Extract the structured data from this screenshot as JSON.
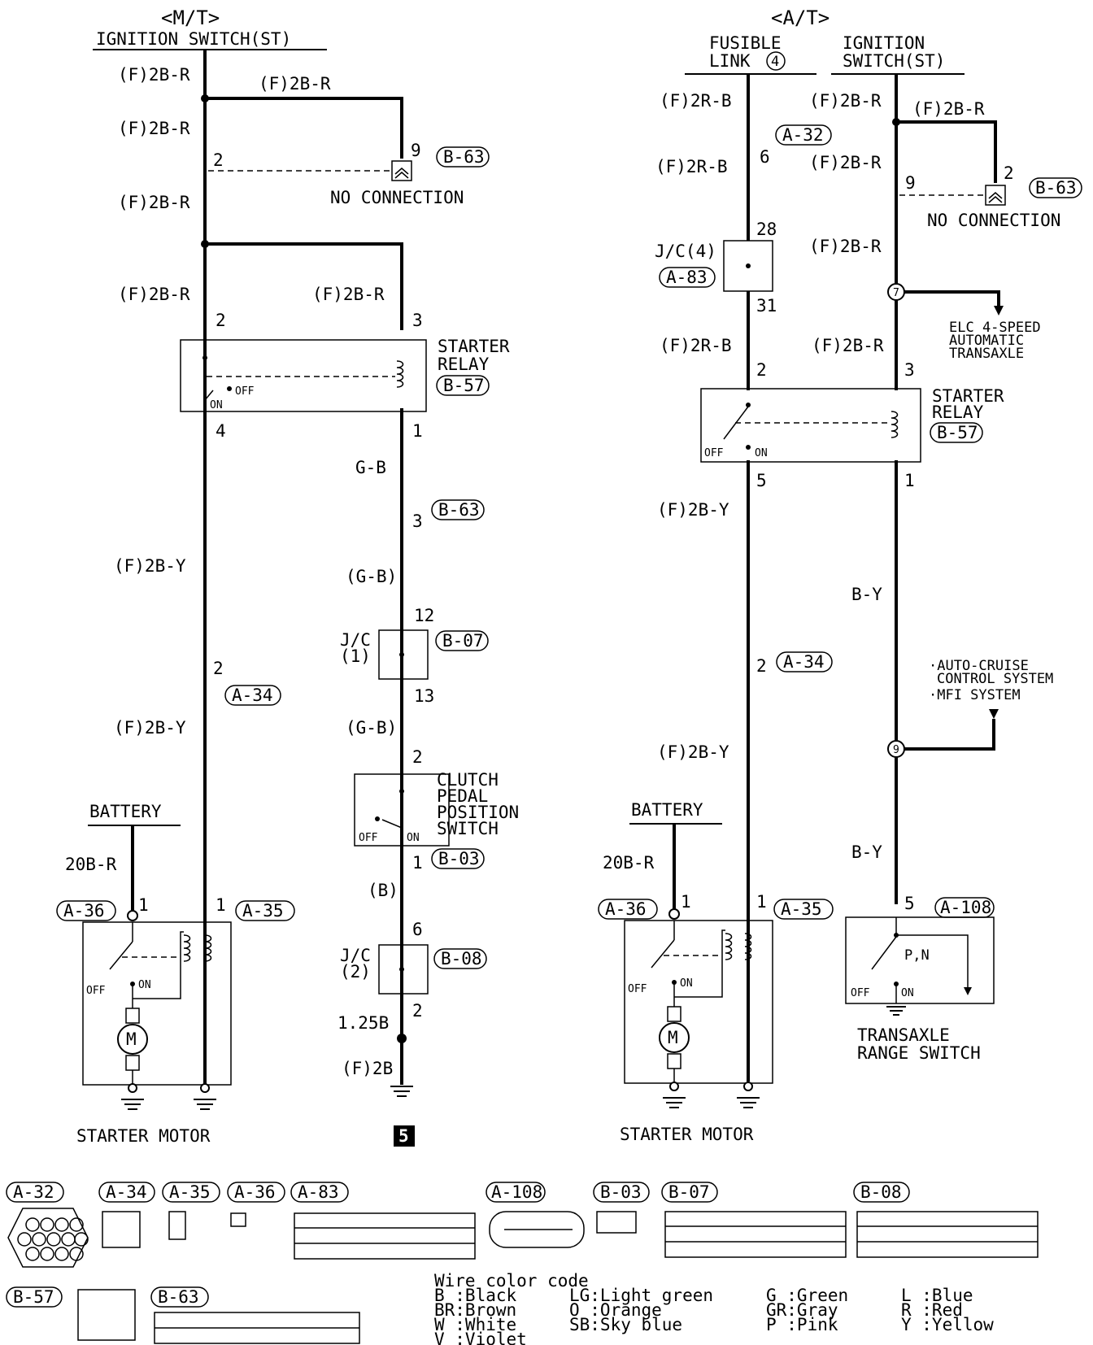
{
  "mt": {
    "heading": "<M/T>",
    "ign_switch": "IGNITION SWITCH(ST)",
    "wire_f2br": "(F)2B-R",
    "wire_f2by": "(F)2B-Y",
    "wire_gb": "G-B",
    "wire_gb_paren": "(G-B)",
    "wire_b_paren": "(B)",
    "wire_125b": "1.25B",
    "wire_f2b": "(F)2B",
    "wire_20br": "20B-R",
    "no_connection": "NO CONNECTION",
    "starter_relay_l1": "STARTER",
    "starter_relay_l2": "RELAY",
    "jc1_l1": "J/C",
    "jc1_l2": "(1)",
    "jc2_l1": "J/C",
    "jc2_l2": "(2)",
    "clutch_l1": "CLUTCH",
    "clutch_l2": "PEDAL",
    "clutch_l3": "POSITION",
    "clutch_l4": "SWITCH",
    "battery": "BATTERY",
    "starter_motor": "STARTER MOTOR",
    "ground_number": "5",
    "pins": {
      "p9": "9",
      "p2a": "2",
      "p2b": "2",
      "p3a": "3",
      "p4": "4",
      "p1a": "1",
      "p3b": "3",
      "p12": "12",
      "p13": "13",
      "p2c": "2",
      "p2d": "2",
      "p1b": "1",
      "p6": "6",
      "p2e": "2",
      "p1c": "1",
      "p1d": "1"
    },
    "connectors": {
      "b63a": "B-63",
      "b63b": "B-63",
      "b57": "B-57",
      "b07": "B-07",
      "a34": "A-34",
      "b03": "B-03",
      "b08": "B-08",
      "a36": "A-36",
      "a35": "A-35"
    }
  },
  "at": {
    "heading": "<A/T>",
    "fusible_l1": "FUSIBLE",
    "fusible_l2": "LINK",
    "fusible_num": "4",
    "ign_l1": "IGNITION",
    "ign_l2": "SWITCH(ST)",
    "wire_f2rb": "(F)2R-B",
    "wire_f2br": "(F)2B-R",
    "wire_f2by": "(F)2B-Y",
    "wire_by": "B-Y",
    "wire_20br": "20B-R",
    "no_connection": "NO CONNECTION",
    "jc4": "J/C(4)",
    "elc_l1": "ELC 4-SPEED",
    "elc_l2": "AUTOMATIC",
    "elc_l3": "TRANSAXLE",
    "starter_relay_l1": "STARTER",
    "starter_relay_l2": "RELAY",
    "cruise_l1": "·AUTO-CRUISE",
    "cruise_l2": "CONTROL SYSTEM",
    "cruise_l3": "·MFI SYSTEM",
    "battery": "BATTERY",
    "starter_motor": "STARTER MOTOR",
    "tr_switch_l1": "TRANSAXLE",
    "tr_switch_l2": "RANGE SWITCH",
    "pn": "P,N",
    "splice7": "7",
    "splice9": "9",
    "pins": {
      "p6": "6",
      "p28": "28",
      "p31": "31",
      "p2a": "2",
      "p5": "5",
      "p2b": "2",
      "p1a": "1",
      "p1b": "1",
      "p2c": "2",
      "p9": "9",
      "p3": "3",
      "p1c": "1",
      "p5b": "5"
    },
    "connectors": {
      "a32": "A-32",
      "a83": "A-83",
      "b63": "B-63",
      "b57": "B-57",
      "a34": "A-34",
      "a36": "A-36",
      "a35": "A-35",
      "a108": "A-108"
    }
  },
  "switch_states": {
    "off": "OFF",
    "on": "ON"
  },
  "legend_connectors": {
    "a32": "A-32",
    "a34": "A-34",
    "a35": "A-35",
    "a36": "A-36",
    "a83": "A-83",
    "a108": "A-108",
    "b03": "B-03",
    "b07": "B-07",
    "b08": "B-08",
    "b57": "B-57",
    "b63": "B-63"
  },
  "wire_color_code": {
    "title": "Wire color code",
    "entries": [
      "B :Black",
      "BR:Brown",
      "W :White",
      "V :Violet",
      "LG:Light green",
      "O :Orange",
      "SB:Sky blue",
      "G :Green",
      "GR:Gray",
      "P :Pink",
      "L :Blue",
      "R :Red",
      "Y :Yellow"
    ]
  }
}
